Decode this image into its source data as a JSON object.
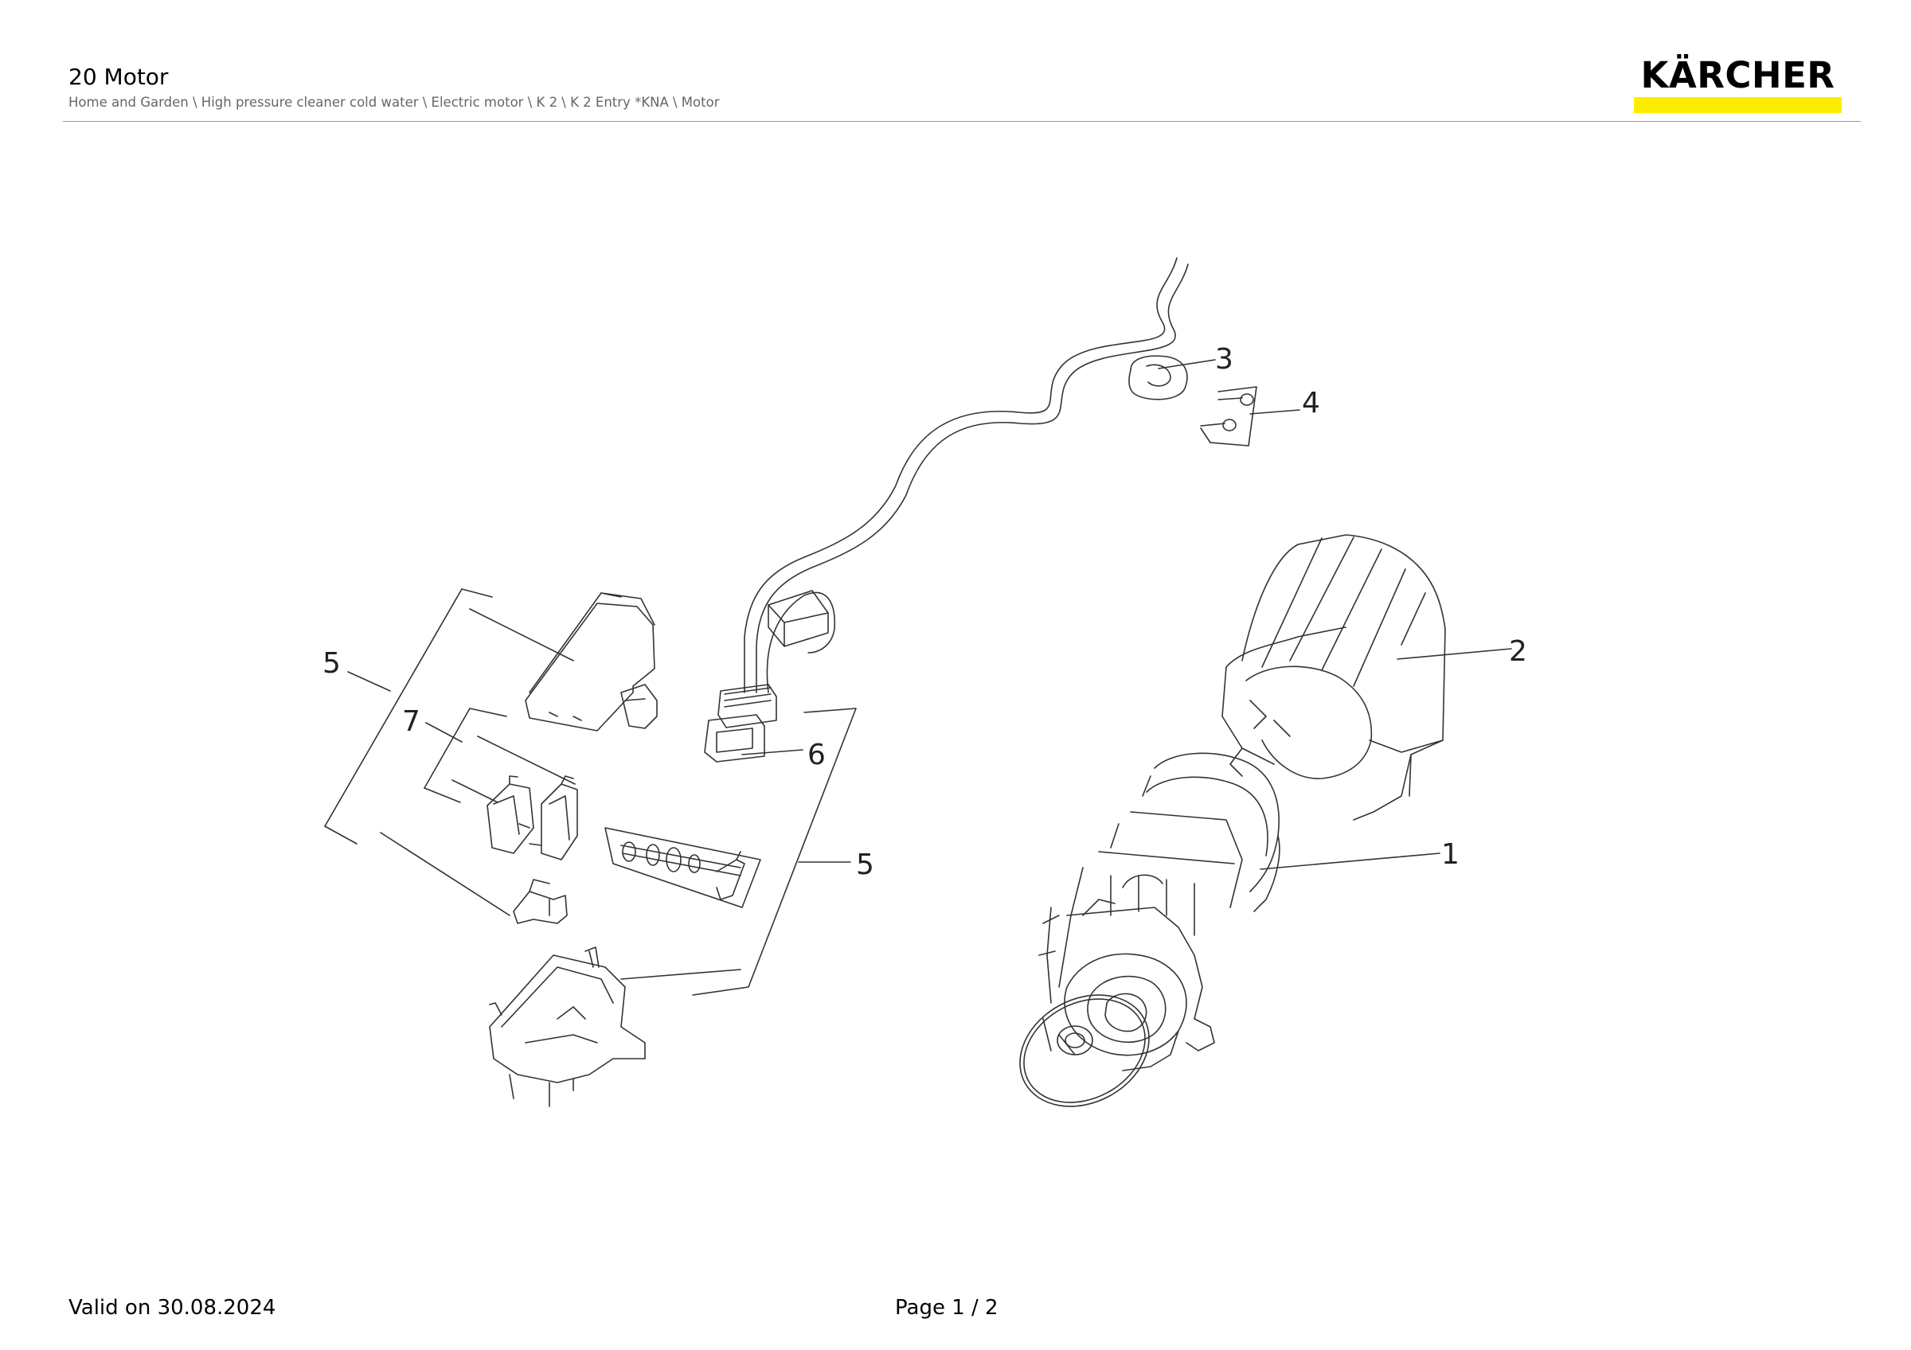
{
  "header": {
    "title": "20 Motor",
    "breadcrumb": "Home and Garden \\ High pressure cleaner cold water \\ Electric motor \\ K 2 \\ K 2 Entry *KNA \\ Motor",
    "brand": "KÄRCHER",
    "brand_accent_color": "#ffed00"
  },
  "diagram": {
    "part_labels": {
      "p1": "1",
      "p2": "2",
      "p3": "3",
      "p4": "4",
      "p5_left": "5",
      "p5_right": "5",
      "p6": "6",
      "p7": "7"
    }
  },
  "footer": {
    "valid": "Valid on 30.08.2024",
    "page": "Page 1 / 2"
  }
}
